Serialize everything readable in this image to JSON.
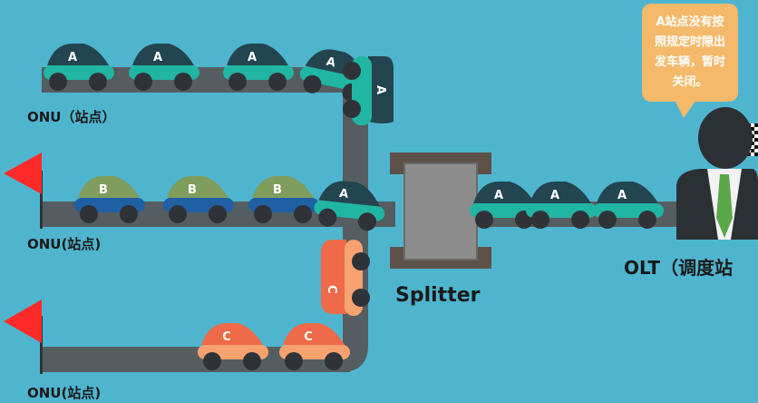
{
  "labels": {
    "onu_top": "ONU（站点）",
    "onu_mid": "ONU(站点)",
    "onu_bot": "ONU(站点)",
    "splitter": "Splitter",
    "olt": "OLT（调度站",
    "speech": [
      "A站点没有按",
      "照规定时隙出",
      "发车辆，暂时",
      "关闭。"
    ]
  },
  "cars": {
    "row_a": [
      "A",
      "A",
      "A",
      "A"
    ],
    "row_b": [
      "B",
      "B",
      "B"
    ],
    "tilted_a": "A",
    "merge_a": "A",
    "vertical_c": "C",
    "row_c": [
      "C",
      "C"
    ],
    "trunk": [
      "A",
      "A",
      "A"
    ]
  },
  "colors": {
    "background": "#4fb5cf",
    "road": "#555d61",
    "car_a_body": "#21b5a4",
    "car_a_top": "#22454f",
    "car_b_body": "#1f5fa3",
    "car_b_top": "#7f9d5c",
    "car_c_body": "#f8a270",
    "car_c_top": "#ef6a48",
    "splitter": "#8c8c8c",
    "flag": "#ff2b2b",
    "speech_bubble": "#f4b96a"
  }
}
